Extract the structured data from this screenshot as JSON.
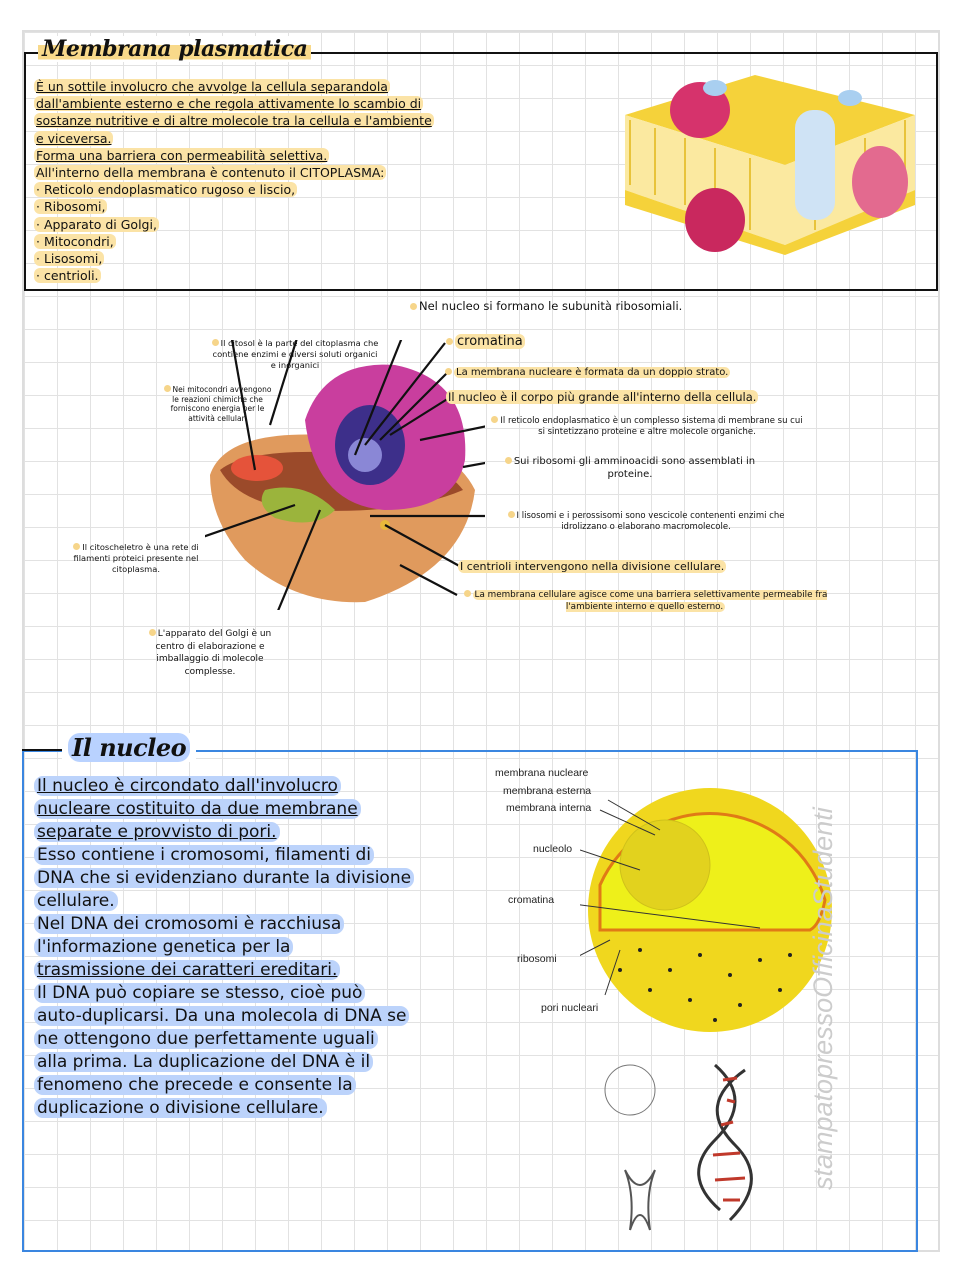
{
  "section1": {
    "title": "Membrana plasmatica",
    "lines": [
      "È un sottile involucro che avvolge la cellula separandola",
      "dall'ambiente esterno e che regola attivamente lo scambio di",
      "sostanze nutritive e di altre molecole tra la cellula e l'ambiente",
      "e viceversa.",
      "Forma una barriera con permeabilità selettiva.",
      "All'interno della membrana è contenuto il CITOPLASMA:",
      "· Reticolo endoplasmatico rugoso e liscio,",
      "· Ribosomi,",
      "· Apparato di Golgi,",
      "· Mitocondri,",
      "· Lisosomi,",
      "· centrioli."
    ]
  },
  "cell_diagram": {
    "callouts": [
      "Nel nucleo si formano le subunità ribosomiali.",
      "cromatina",
      "La membrana nucleare è formata da un doppio strato.",
      "Il nucleo è il corpo più grande all'interno della cellula.",
      "Il reticolo endoplasmatico è un complesso sistema di membrane su cui si sintetizzano proteine e altre molecole organiche.",
      "Sui ribosomi gli amminoacidi sono assemblati in proteine.",
      "I lisosomi e i perossisomi sono vescicole contenenti enzimi che idrolizzano o elaborano macromolecole.",
      "I centrioli intervengono nella divisione cellulare.",
      "La membrana cellulare agisce come una barriera selettivamente permeabile fra l'ambiente interno e quello esterno.",
      "Il citosol è la parte del citoplasma che contiene enzimi e diversi soluti organici e inorganici",
      "Nei mitocondri avvengono le reazioni chimiche che forniscono energia per le attività cellulari",
      "Il citoscheletro è una rete di filamenti proteici presente nel citoplasma.",
      "L'apparato del Golgi è un centro di elaborazione e imballaggio di molecole complesse."
    ]
  },
  "section2": {
    "title": "Il nucleo",
    "lines": [
      "Il nucleo è circondato dall'involucro",
      "nucleare costituito da due membrane",
      "separate e provvisto di pori.",
      "Esso contiene i cromosomi, filamenti di",
      "DNA che si evidenziano durante la divisione",
      "cellulare.",
      "Nel DNA dei cromosomi è racchiusa",
      "l'informazione genetica per la",
      "trasmissione dei caratteri ereditari.",
      "Il DNA può copiare se stesso, cioè può",
      "auto-duplicarsi. Da una molecola di DNA se",
      "ne ottengono due perfettamente uguali",
      "alla prima. La duplicazione del DNA è il",
      "fenomeno che precede e consente la",
      "duplicazione o divisione cellulare."
    ]
  },
  "nucleus_diagram": {
    "labels": [
      "membrana nucleare",
      "membrana esterna",
      "membrana interna",
      "nucleolo",
      "cromatina",
      "ribosomi",
      "pori nucleari"
    ]
  },
  "watermark": "stampatopressoOfficinaStudenti",
  "colors": {
    "yellow_highlight": "#f8d98a",
    "blue_highlight": "#bcd3fb",
    "blue_border": "#3a86e0"
  }
}
